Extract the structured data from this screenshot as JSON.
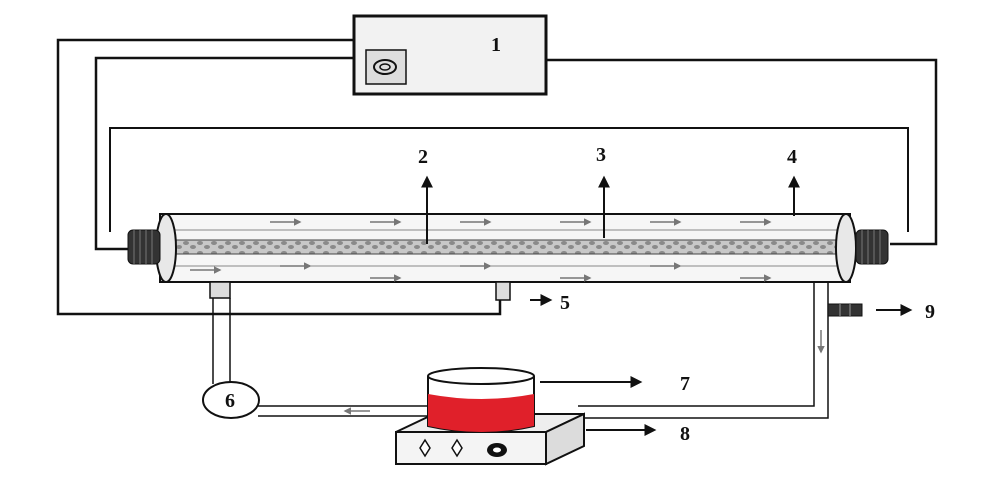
{
  "diagram": {
    "labels": {
      "l1": "1",
      "l2": "2",
      "l3": "3",
      "l4": "4",
      "l5": "5",
      "l6": "6",
      "l7": "7",
      "l8": "8",
      "l9": "9"
    },
    "colors": {
      "line": "#111111",
      "liquid": "#e0202a",
      "reactor_fill": "#f4f4f4",
      "lamp": "#9a9a9a",
      "flow_arrow": "#7a7a7a"
    }
  }
}
